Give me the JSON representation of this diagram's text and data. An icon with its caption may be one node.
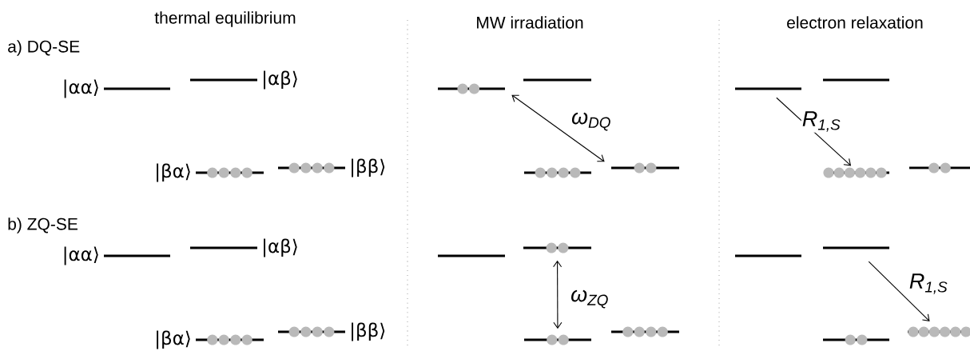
{
  "diagram": {
    "nodes": [
      {
        "text": [],
        "shape": "bar",
        "beside": [
          "|αα⟩"
        ]
      },
      {
        "text": [],
        "shape": "bar",
        "beside": [
          "|αβ⟩"
        ]
      },
      {
        "text": [],
        "shape": "bar",
        "beside": [
          "|βα⟩"
        ]
      },
      {
        "text": [],
        "shape": "bar",
        "beside": [
          "|ββ⟩"
        ]
      },
      {
        "text": [],
        "shape": "bar"
      },
      {
        "text": [],
        "shape": "bar"
      },
      {
        "text": [],
        "shape": "bar"
      },
      {
        "text": [],
        "shape": "bar"
      },
      {
        "text": [],
        "shape": "bar"
      },
      {
        "text": [],
        "shape": "bar"
      },
      {
        "text": [],
        "shape": "bar"
      },
      {
        "text": [],
        "shape": "bar"
      },
      {
        "text": [],
        "shape": "bar",
        "beside": [
          "|αα⟩"
        ]
      },
      {
        "text": [],
        "shape": "bar",
        "beside": [
          "|αβ⟩"
        ]
      },
      {
        "text": [],
        "shape": "bar",
        "beside": [
          "|βα⟩"
        ]
      },
      {
        "text": [],
        "shape": "bar",
        "beside": [
          "|ββ⟩"
        ]
      },
      {
        "text": [],
        "shape": "bar"
      },
      {
        "text": [],
        "shape": "bar"
      },
      {
        "text": [],
        "shape": "bar"
      },
      {
        "text": [],
        "shape": "bar"
      },
      {
        "text": [],
        "shape": "bar"
      },
      {
        "text": [],
        "shape": "bar"
      },
      {
        "text": [],
        "shape": "bar"
      },
      {
        "text": [],
        "shape": "bar"
      }
    ],
    "edges": [
      {
        "from": 4,
        "to": 7,
        "arrow": "both",
        "label": "ω$_{DQ}$"
      },
      {
        "from": 8,
        "to": 10,
        "arrow": "to",
        "label": "R$_{1,S}$"
      },
      {
        "from": 17,
        "to": 18,
        "arrow": "both",
        "label": "ω$_{ZQ}$"
      },
      {
        "from": 21,
        "to": 23,
        "arrow": "to",
        "label": "R$_{1,S}$"
      }
    ],
    "labels": [
      "thermal equilibrium",
      "MW irradiation",
      "electron relaxation",
      "a) DQ-SE",
      "b) ZQ-SE"
    ]
  }
}
